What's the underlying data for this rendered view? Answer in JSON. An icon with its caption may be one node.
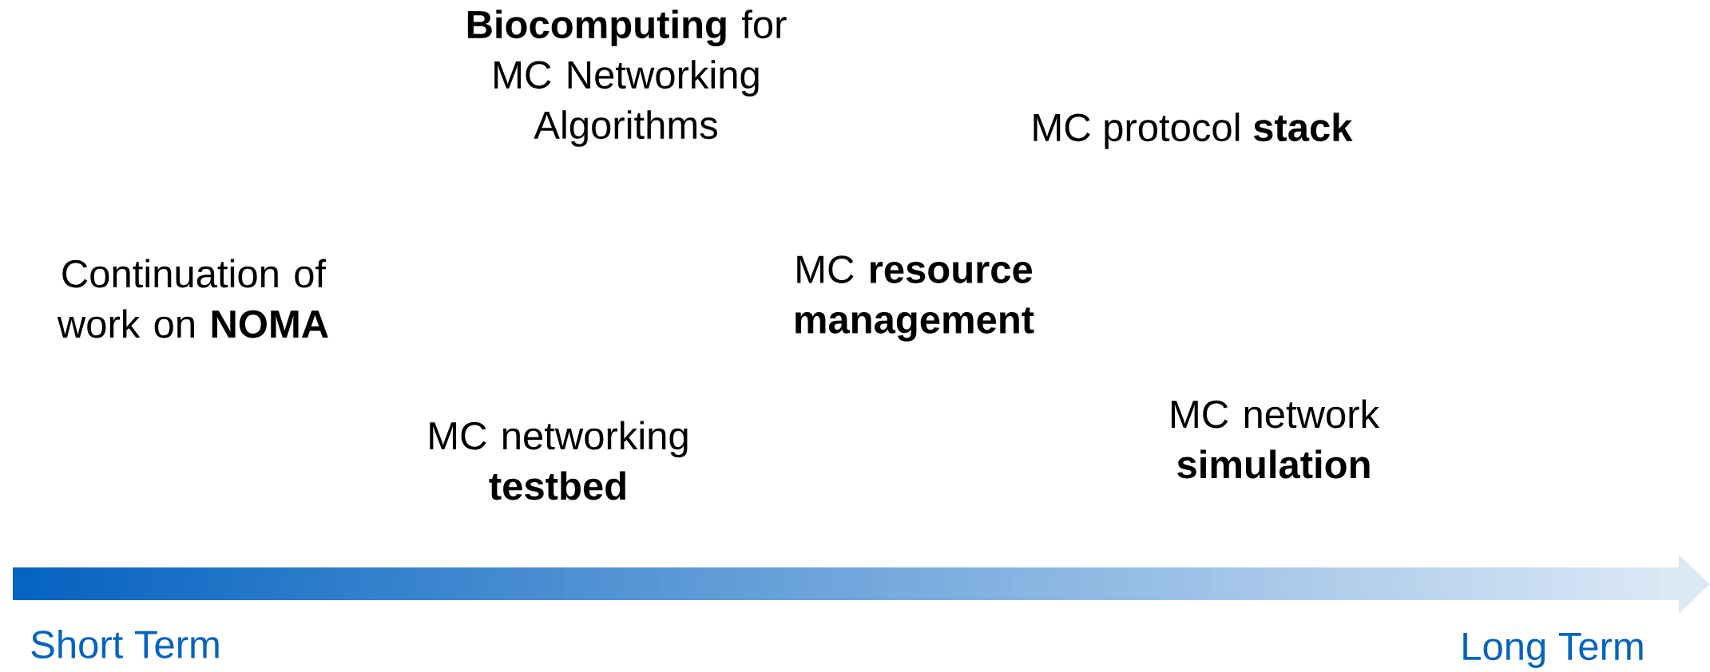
{
  "diagram": {
    "labels": [
      "**Biocomputing** for MC Networking Algorithms",
      "MC protocol **stack**",
      "Continuation of work on **NOMA**",
      "MC **resource management**",
      "MC networking **testbed**",
      "MC network **simulation**",
      "Short Term",
      "Long Term"
    ]
  }
}
